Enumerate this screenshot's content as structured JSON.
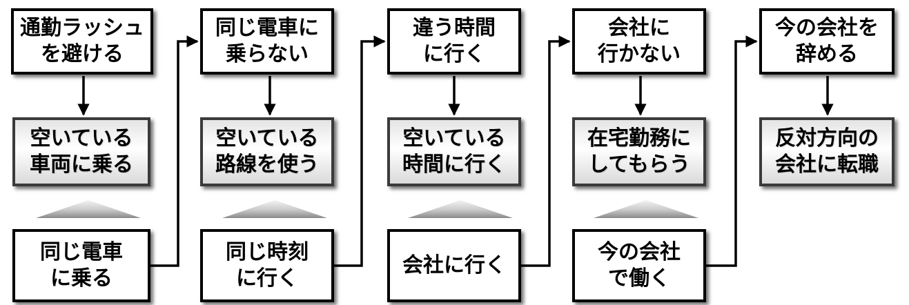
{
  "columns": [
    {
      "goal": [
        "通勤ラッシュ",
        "を避ける"
      ],
      "solution": [
        "空いている",
        "車両に乗る"
      ],
      "habit": [
        "同じ電車",
        "に乗る"
      ]
    },
    {
      "goal": [
        "同じ電車に",
        "乗らない"
      ],
      "solution": [
        "空いている",
        "路線を使う"
      ],
      "habit": [
        "同じ時刻",
        "に行く"
      ]
    },
    {
      "goal": [
        "違う時間",
        "に行く"
      ],
      "solution": [
        "空いている",
        "時間に行く"
      ],
      "habit": [
        "会社に行く"
      ]
    },
    {
      "goal": [
        "会社に",
        "行かない"
      ],
      "solution": [
        "在宅勤務に",
        "してもらう"
      ],
      "habit": [
        "今の会社",
        "で働く"
      ]
    },
    {
      "goal": [
        "今の会社を",
        "辞める"
      ],
      "solution": [
        "反対方向の",
        "会社に転職"
      ]
    }
  ],
  "colors": {
    "stroke": "#000000",
    "box_fill": "#ffffff",
    "solution_fill_edge": "#dadada",
    "triangle_light": "#f2f2f2",
    "triangle_dark": "#8a8a8a"
  },
  "icons": {
    "down_arrow": "down-arrow-icon",
    "elbow_arrow": "elbow-connector-arrow-icon",
    "triangle": "triangle-marker-icon"
  }
}
